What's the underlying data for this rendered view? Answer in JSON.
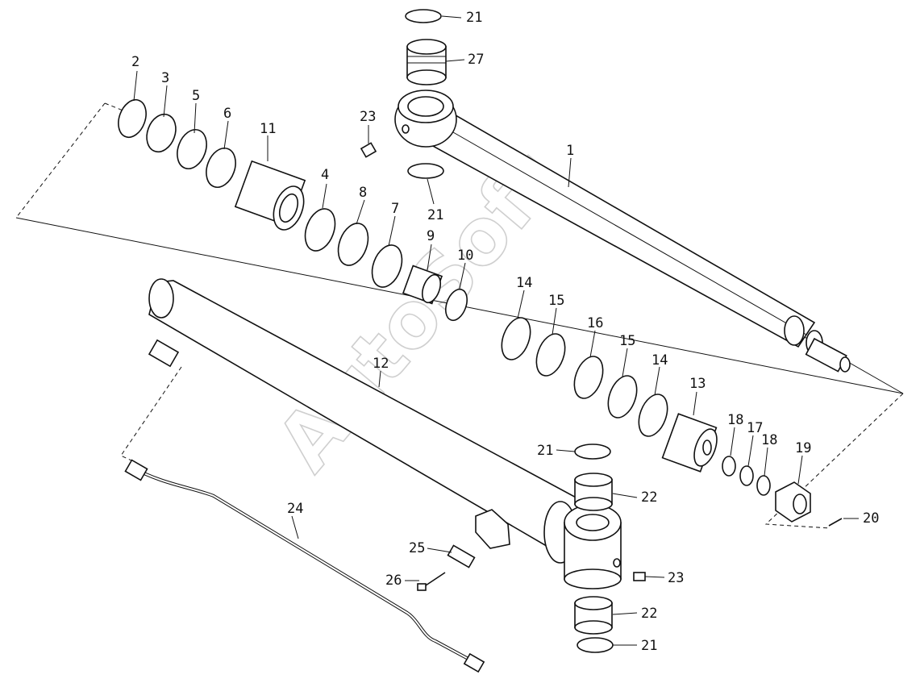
{
  "watermark": "AutoSoft",
  "callouts": [
    {
      "id": "c-2",
      "text": "2"
    },
    {
      "id": "c-3",
      "text": "3"
    },
    {
      "id": "c-5",
      "text": "5"
    },
    {
      "id": "c-6",
      "text": "6"
    },
    {
      "id": "c-11",
      "text": "11"
    },
    {
      "id": "c-4",
      "text": "4"
    },
    {
      "id": "c-8",
      "text": "8"
    },
    {
      "id": "c-7",
      "text": "7"
    },
    {
      "id": "c-9",
      "text": "9"
    },
    {
      "id": "c-10",
      "text": "10"
    },
    {
      "id": "c-14a",
      "text": "14"
    },
    {
      "id": "c-15a",
      "text": "15"
    },
    {
      "id": "c-16",
      "text": "16"
    },
    {
      "id": "c-15b",
      "text": "15"
    },
    {
      "id": "c-14b",
      "text": "14"
    },
    {
      "id": "c-13",
      "text": "13"
    },
    {
      "id": "c-18a",
      "text": "18"
    },
    {
      "id": "c-17",
      "text": "17"
    },
    {
      "id": "c-18b",
      "text": "18"
    },
    {
      "id": "c-19",
      "text": "19"
    },
    {
      "id": "c-20",
      "text": "20"
    },
    {
      "id": "c-1",
      "text": "1"
    },
    {
      "id": "c-21a",
      "text": "21"
    },
    {
      "id": "c-27",
      "text": "27"
    },
    {
      "id": "c-23a",
      "text": "23"
    },
    {
      "id": "c-21b",
      "text": "21"
    },
    {
      "id": "c-12",
      "text": "12"
    },
    {
      "id": "c-21c",
      "text": "21"
    },
    {
      "id": "c-22a",
      "text": "22"
    },
    {
      "id": "c-24",
      "text": "24"
    },
    {
      "id": "c-25",
      "text": "25"
    },
    {
      "id": "c-26",
      "text": "26"
    },
    {
      "id": "c-23b",
      "text": "23"
    },
    {
      "id": "c-22b",
      "text": "22"
    },
    {
      "id": "c-21d",
      "text": "21"
    }
  ]
}
